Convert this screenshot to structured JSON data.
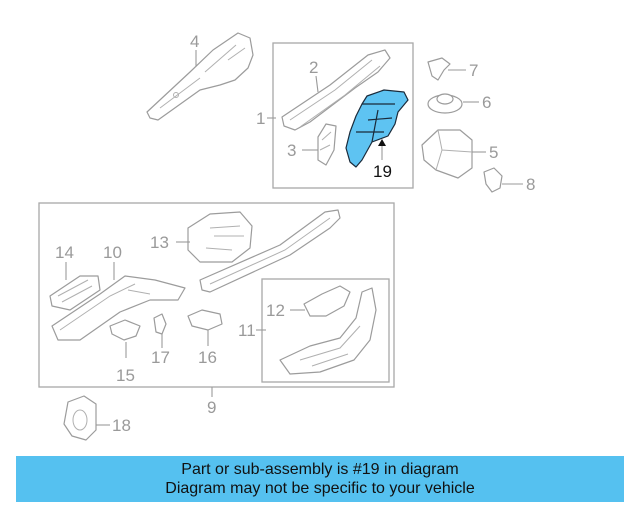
{
  "diagram": {
    "callouts": [
      "1",
      "2",
      "3",
      "4",
      "5",
      "6",
      "7",
      "8",
      "9",
      "10",
      "11",
      "12",
      "13",
      "14",
      "15",
      "16",
      "17",
      "18",
      "19"
    ],
    "highlight_part": "19",
    "highlight_color": "#5ec3f2",
    "line_color": "#9c9c9c"
  },
  "banner": {
    "line1": "Part or sub-assembly is #19 in diagram",
    "line2": "Diagram may not be specific to your vehicle",
    "color": "#55c1f0"
  }
}
